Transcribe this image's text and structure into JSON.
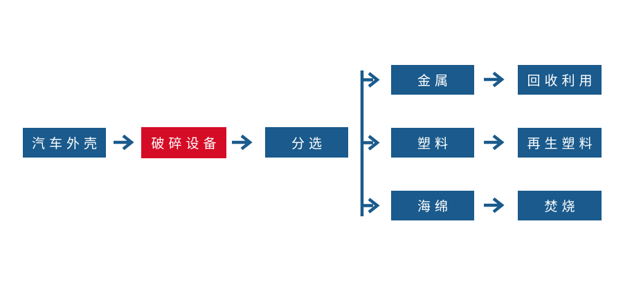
{
  "colors": {
    "node_blue": "#1a5a8c",
    "node_red": "#d50c26",
    "arrow_blue": "#1a5a8c",
    "text": "#ffffff",
    "background": "#ffffff"
  },
  "flow": {
    "main": [
      {
        "label": "汽车外壳"
      },
      {
        "label": "破碎设备"
      },
      {
        "label": "分选"
      }
    ],
    "branches": [
      {
        "source": "金属",
        "target": "回收利用"
      },
      {
        "source": "塑料",
        "target": "再生塑料"
      },
      {
        "source": "海绵",
        "target": "焚烧"
      }
    ]
  }
}
